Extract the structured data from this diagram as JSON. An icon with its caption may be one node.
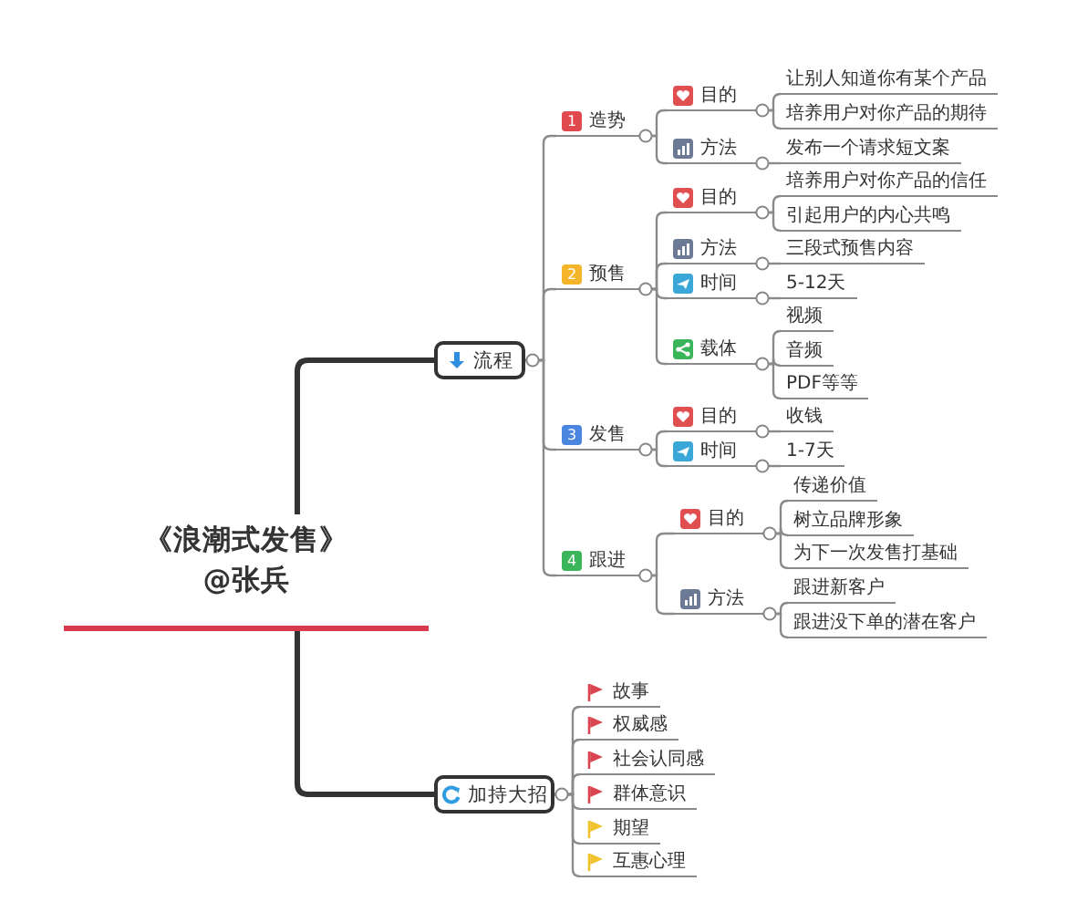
{
  "diagram": {
    "nodes": [
      {
        "text": [
          "《浪潮式发售》",
          "@张兵"
        ]
      },
      {
        "text": [
          "流程"
        ]
      },
      {
        "text": [
          "1",
          "造势"
        ]
      },
      {
        "text": [
          "目的"
        ]
      },
      {
        "text": [
          "让别人知道你有某个产品"
        ]
      },
      {
        "text": [
          "培养用户对你产品的期待"
        ]
      },
      {
        "text": [
          "方法"
        ]
      },
      {
        "text": [
          "发布一个请求短文案"
        ]
      },
      {
        "text": [
          "2",
          "预售"
        ]
      },
      {
        "text": [
          "目的"
        ]
      },
      {
        "text": [
          "培养用户对你产品的信任"
        ]
      },
      {
        "text": [
          "引起用户的内心共鸣"
        ]
      },
      {
        "text": [
          "方法"
        ]
      },
      {
        "text": [
          "三段式预售内容"
        ]
      },
      {
        "text": [
          "时间"
        ]
      },
      {
        "text": [
          "5-12天"
        ]
      },
      {
        "text": [
          "载体"
        ]
      },
      {
        "text": [
          "视频"
        ]
      },
      {
        "text": [
          "音频"
        ]
      },
      {
        "text": [
          "PDF等等"
        ]
      },
      {
        "text": [
          "3",
          "发售"
        ]
      },
      {
        "text": [
          "目的"
        ]
      },
      {
        "text": [
          "收钱"
        ]
      },
      {
        "text": [
          "时间"
        ]
      },
      {
        "text": [
          "1-7天"
        ]
      },
      {
        "text": [
          "4",
          "跟进"
        ]
      },
      {
        "text": [
          "目的"
        ]
      },
      {
        "text": [
          "传递价值"
        ]
      },
      {
        "text": [
          "树立品牌形象"
        ]
      },
      {
        "text": [
          "为下一次发售打基础"
        ]
      },
      {
        "text": [
          "方法"
        ]
      },
      {
        "text": [
          "跟进新客户"
        ]
      },
      {
        "text": [
          "跟进没下单的潜在客户"
        ]
      },
      {
        "text": [
          "加持大招"
        ]
      },
      {
        "text": [
          "故事"
        ]
      },
      {
        "text": [
          "权威感"
        ]
      },
      {
        "text": [
          "社会认同感"
        ]
      },
      {
        "text": [
          "群体意识"
        ]
      },
      {
        "text": [
          "期望"
        ]
      },
      {
        "text": [
          "互惠心理"
        ]
      }
    ],
    "edges": [
      {
        "from": 0,
        "to": 1,
        "arrow": "none",
        "style": "thick",
        "color": "#333333"
      },
      {
        "from": 1,
        "to": 2,
        "arrow": "none"
      },
      {
        "from": 2,
        "to": 3,
        "arrow": "none"
      },
      {
        "from": 3,
        "to": 4,
        "arrow": "none"
      },
      {
        "from": 3,
        "to": 5,
        "arrow": "none"
      },
      {
        "from": 2,
        "to": 6,
        "arrow": "none"
      },
      {
        "from": 6,
        "to": 7,
        "arrow": "none"
      },
      {
        "from": 1,
        "to": 8,
        "arrow": "none"
      },
      {
        "from": 8,
        "to": 9,
        "arrow": "none"
      },
      {
        "from": 9,
        "to": 10,
        "arrow": "none"
      },
      {
        "from": 9,
        "to": 11,
        "arrow": "none"
      },
      {
        "from": 8,
        "to": 12,
        "arrow": "none"
      },
      {
        "from": 12,
        "to": 13,
        "arrow": "none"
      },
      {
        "from": 8,
        "to": 14,
        "arrow": "none"
      },
      {
        "from": 14,
        "to": 15,
        "arrow": "none"
      },
      {
        "from": 8,
        "to": 16,
        "arrow": "none"
      },
      {
        "from": 16,
        "to": 17,
        "arrow": "none"
      },
      {
        "from": 16,
        "to": 18,
        "arrow": "none"
      },
      {
        "from": 16,
        "to": 19,
        "arrow": "none"
      },
      {
        "from": 1,
        "to": 20,
        "arrow": "none"
      },
      {
        "from": 20,
        "to": 21,
        "arrow": "none"
      },
      {
        "from": 21,
        "to": 22,
        "arrow": "none"
      },
      {
        "from": 20,
        "to": 23,
        "arrow": "none"
      },
      {
        "from": 23,
        "to": 24,
        "arrow": "none"
      },
      {
        "from": 1,
        "to": 25,
        "arrow": "none"
      },
      {
        "from": 25,
        "to": 26,
        "arrow": "none"
      },
      {
        "from": 26,
        "to": 27,
        "arrow": "none"
      },
      {
        "from": 26,
        "to": 28,
        "arrow": "none"
      },
      {
        "from": 26,
        "to": 29,
        "arrow": "none"
      },
      {
        "from": 25,
        "to": 30,
        "arrow": "none"
      },
      {
        "from": 30,
        "to": 31,
        "arrow": "none"
      },
      {
        "from": 30,
        "to": 32,
        "arrow": "none"
      },
      {
        "from": 0,
        "to": 33,
        "arrow": "none",
        "style": "thick",
        "color": "#333333"
      },
      {
        "from": 33,
        "to": 34,
        "arrow": "none"
      },
      {
        "from": 33,
        "to": 35,
        "arrow": "none"
      },
      {
        "from": 33,
        "to": 36,
        "arrow": "none"
      },
      {
        "from": 33,
        "to": 37,
        "arrow": "none"
      },
      {
        "from": 33,
        "to": 38,
        "arrow": "none"
      },
      {
        "from": 33,
        "to": 39,
        "arrow": "none"
      }
    ]
  }
}
